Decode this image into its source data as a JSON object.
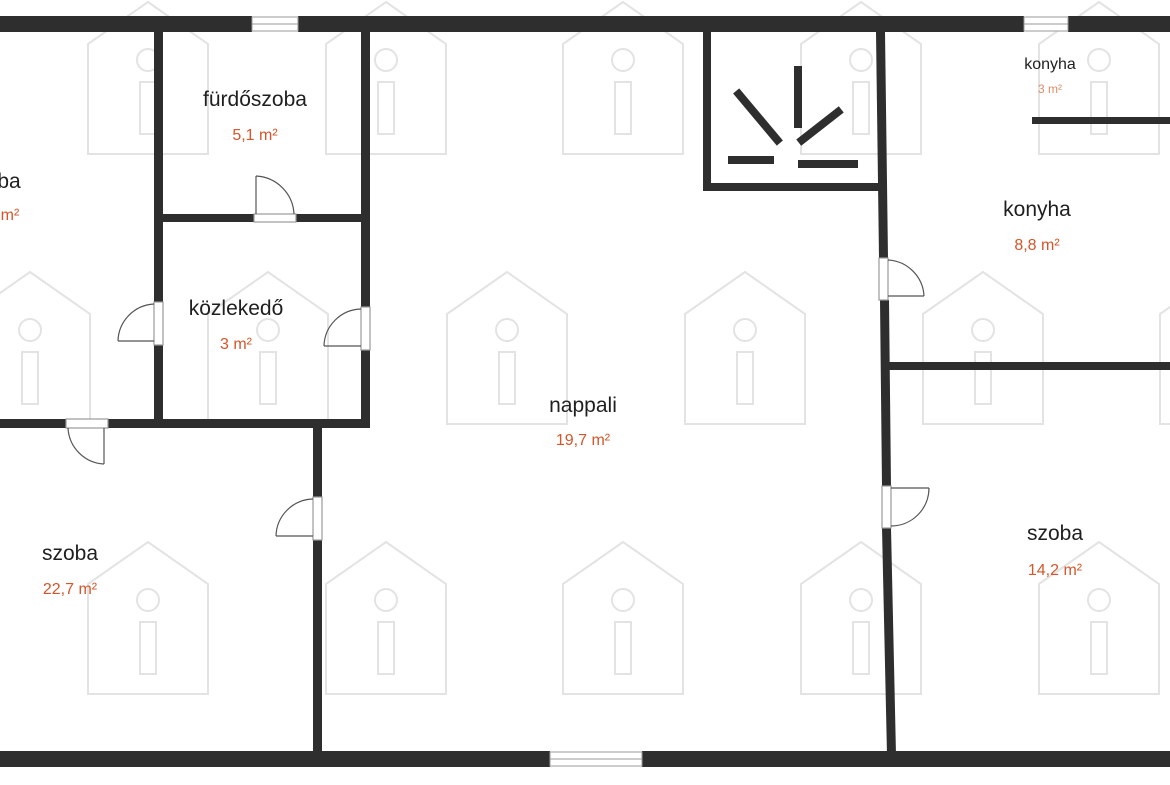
{
  "floor_plan": {
    "colors": {
      "wall": "#2e2e2e",
      "room_name": "#1f1f1f",
      "room_area": "#d4562a",
      "watermark": "#d9d9d9"
    },
    "watermark_icon": "house-info-icon",
    "rooms": [
      {
        "id": "left-room",
        "name": "ba",
        "area": "m²"
      },
      {
        "id": "bathroom",
        "name": "fürdőszoba",
        "area": "5,1 m²"
      },
      {
        "id": "corridor",
        "name": "közlekedő",
        "area": "3 m²"
      },
      {
        "id": "living-room",
        "name": "nappali",
        "area": "19,7 m²"
      },
      {
        "id": "small-kitchen",
        "name": "konyha",
        "area": "3 m²"
      },
      {
        "id": "kitchen",
        "name": "konyha",
        "area": "8,8 m²"
      },
      {
        "id": "bedroom-left",
        "name": "szoba",
        "area": "22,7 m²"
      },
      {
        "id": "bedroom-right",
        "name": "szoba",
        "area": "14,2 m²"
      }
    ]
  }
}
